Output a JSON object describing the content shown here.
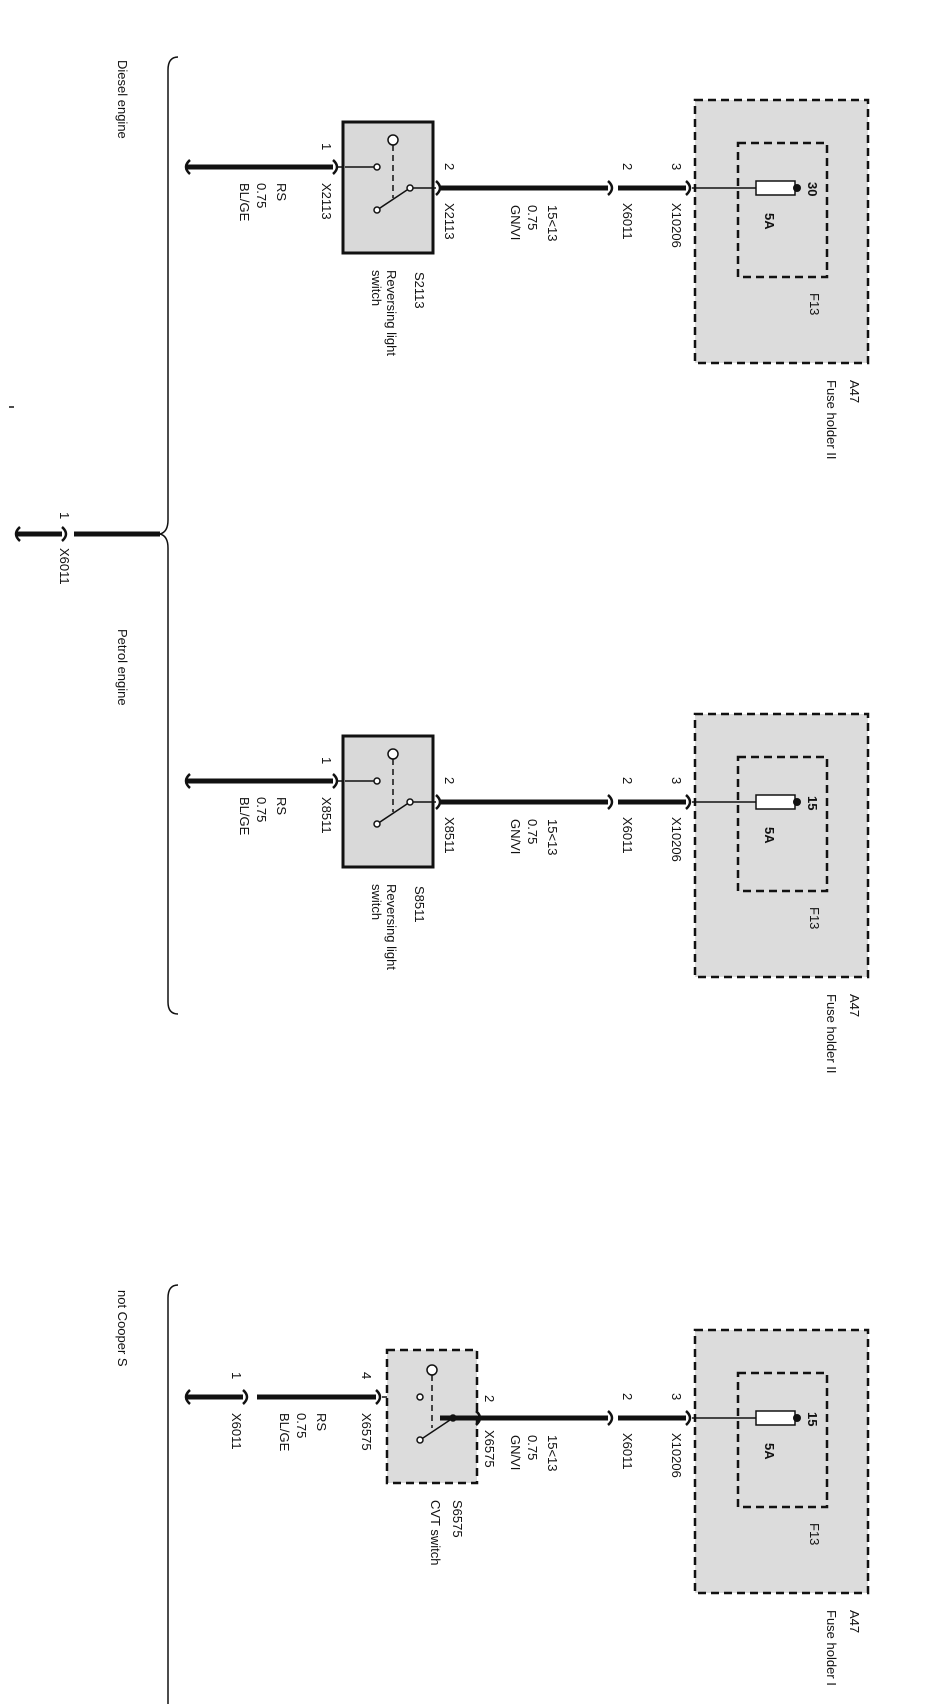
{
  "middle_connector": {
    "pin": "1",
    "connector": "X6011"
  },
  "sections": [
    {
      "condition": "Diesel engine",
      "ground": {
        "pin": "1",
        "connector": "X2113",
        "wire": [
          "RS",
          "0.75",
          "BL/GE"
        ]
      },
      "switch": {
        "id": "S2113",
        "name": [
          "Reversing light",
          "switch"
        ],
        "pin_out": "2",
        "connector_out": "X2113"
      },
      "wire": [
        "15<13",
        "0.75",
        "GN/VI"
      ],
      "inline": {
        "pin": "2",
        "connector": "X6011"
      },
      "fuse_conn": {
        "pin": "3",
        "connector": "X10206"
      },
      "fuse": {
        "terminal": "30",
        "rating": "5A",
        "id": "F13"
      },
      "holder": {
        "id": "A47",
        "name": "Fuse holder II"
      }
    },
    {
      "condition": "Petrol engine",
      "ground": {
        "pin": "1",
        "connector": "X8511",
        "wire": [
          "RS",
          "0.75",
          "BL/GE"
        ]
      },
      "switch": {
        "id": "S8511",
        "name": [
          "Reversing light",
          "switch"
        ],
        "pin_out": "2",
        "connector_out": "X8511"
      },
      "wire": [
        "15<13",
        "0.75",
        "GN/VI"
      ],
      "inline": {
        "pin": "2",
        "connector": "X6011"
      },
      "fuse_conn": {
        "pin": "3",
        "connector": "X10206"
      },
      "fuse": {
        "terminal": "15",
        "rating": "5A",
        "id": "F13"
      },
      "holder": {
        "id": "A47",
        "name": "Fuse holder II"
      }
    },
    {
      "condition": "not Cooper S",
      "ground": {
        "pin": "1",
        "connector": "X6011",
        "pin_in": "4",
        "connector_in": "X6575",
        "wire": [
          "RS",
          "0.75",
          "BL/GE"
        ]
      },
      "switch": {
        "id": "S6575",
        "name": [
          "CVT switch"
        ],
        "pin_out": "2",
        "connector_out": "X6575"
      },
      "wire": [
        "15<13",
        "0.75",
        "GN/VI"
      ],
      "inline": {
        "pin": "2",
        "connector": "X6011"
      },
      "fuse_conn": {
        "pin": "3",
        "connector": "X10206"
      },
      "fuse": {
        "terminal": "15",
        "rating": "5A",
        "id": "F13"
      },
      "holder": {
        "id": "A47",
        "name": "Fuse holder I"
      }
    }
  ]
}
